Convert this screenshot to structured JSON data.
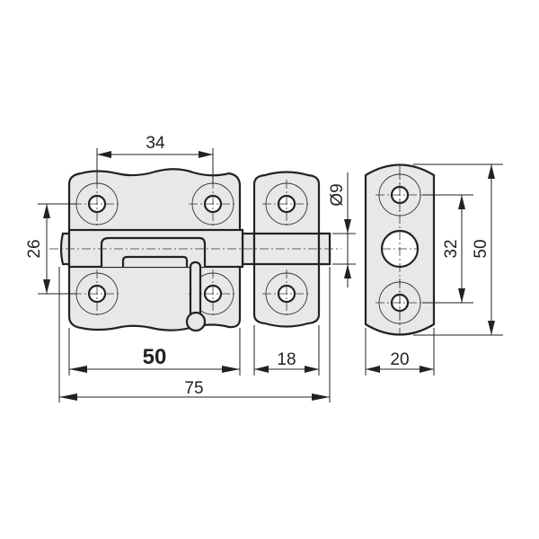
{
  "title": "Door bolt latch technical drawing",
  "dimensions": {
    "hole_spacing_horizontal": "34",
    "hole_spacing_vertical": "26",
    "plate_width": "50",
    "keeper_width": "18",
    "overall_length": "75",
    "bolt_diameter": "Ø9",
    "strike_width": "20",
    "strike_hole_spacing": "32",
    "strike_height": "50"
  },
  "colors": {
    "part_fill": "#e8e8e8",
    "line": "#222222"
  }
}
